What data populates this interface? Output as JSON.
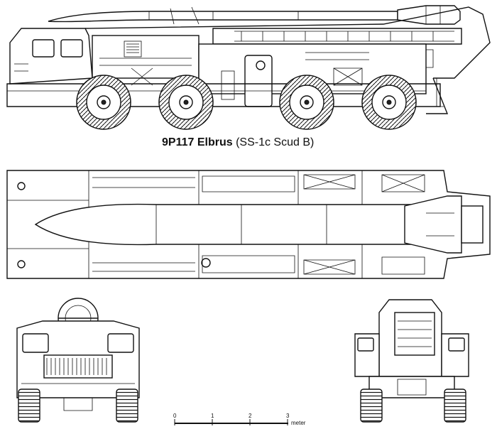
{
  "caption": {
    "designation": "9P117 Elbrus",
    "designation_note": "(SS-1c Scud B)"
  },
  "scale_bar": {
    "ticks": [
      "0",
      "1",
      "2",
      "3"
    ],
    "unit": "meter"
  }
}
